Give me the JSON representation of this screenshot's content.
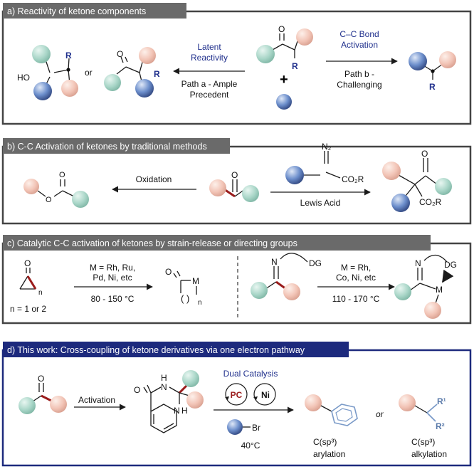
{
  "panel_a": {
    "title": "a) Reactivity of ketone components",
    "path_a_top": [
      "Latent",
      "Reactivity"
    ],
    "path_a_bottom": [
      "Path a - Ample",
      "Precedent"
    ],
    "path_b_top": [
      "C–C Bond",
      "Activation"
    ],
    "path_b_bottom": [
      "Path b -",
      "Challenging"
    ],
    "or_text": "or",
    "plus": "+",
    "atom_o": "O",
    "atom_ho": "HO",
    "group_r": "R"
  },
  "panel_b": {
    "title": "b) C-C Activation of ketones by traditional methods",
    "oxidation": "Oxidation",
    "lewis_acid": "Lewis Acid",
    "n2": "N₂",
    "co2r": "CO₂R",
    "atom_o": "O"
  },
  "panel_c": {
    "title": "c) Catalytic C-C activation of ketones by strain-release or directing groups",
    "cond1": [
      "M = Rh, Ru,",
      "Pd, Ni, etc"
    ],
    "temp1": "80 - 150 °C",
    "n_label": "n = 1 or 2",
    "cond2": [
      "M = Rh,",
      "Co, Ni, etc"
    ],
    "temp2": "110 - 170 °C",
    "dg": "DG",
    "atom_n": "N",
    "atom_m": "M",
    "atom_o": "O",
    "sub_n": "n"
  },
  "panel_d": {
    "title": "d) This work: Cross-coupling of ketone derivatives via one electron pathway",
    "activation": "Activation",
    "dual_catalysis": "Dual Catalysis",
    "pc": "PC",
    "ni": "Ni",
    "br": "Br",
    "temp": "40°C",
    "or_text": "or",
    "c_sp3_1": "C(sp³)",
    "arylation": "arylation",
    "c_sp3_2": "C(sp³)",
    "alkylation": "alkylation",
    "r1": "R¹",
    "r2": "R²",
    "atom_o": "O",
    "atom_h": "H",
    "atom_n": "N"
  },
  "colors": {
    "header_grey": "#6a6a6a",
    "header_navy": "#1d2a7d",
    "teal_ball": "#9ccfbf",
    "pink_ball": "#f1c1b3",
    "blue_ball": "#5f7fbf",
    "bond_red": "#9a1b1b",
    "arene_blue": "#7a9ac8"
  }
}
